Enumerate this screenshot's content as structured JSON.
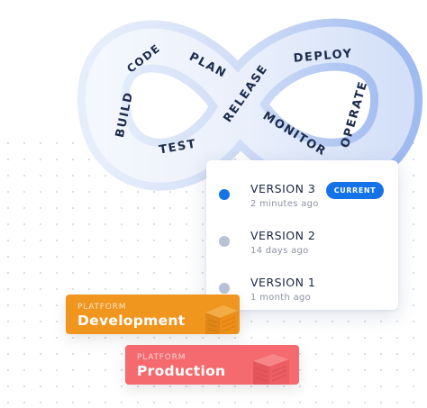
{
  "devops_loop": {
    "labels": {
      "code": "CODE",
      "plan": "PLAN",
      "build": "BUILD",
      "test": "TEST",
      "release": "RELEASE",
      "deploy": "DEPLOY",
      "operate": "OPERATE",
      "monitor": "MONITOR"
    }
  },
  "versions": [
    {
      "name": "VERSION 3",
      "time": "2 minutes ago",
      "dot_color": "#1473e6",
      "badge": "CURRENT"
    },
    {
      "name": "VERSION 2",
      "time": "14 days ago",
      "dot_color": "#b7c2d6"
    },
    {
      "name": "VERSION 1",
      "time": "1 month ago",
      "dot_color": "#b7c2d6"
    }
  ],
  "platforms": {
    "development": {
      "eyebrow": "PLATFORM",
      "name": "Development",
      "color": "#f0961f"
    },
    "production": {
      "eyebrow": "PLATFORM",
      "name": "Production",
      "color": "#f46a6e"
    }
  }
}
